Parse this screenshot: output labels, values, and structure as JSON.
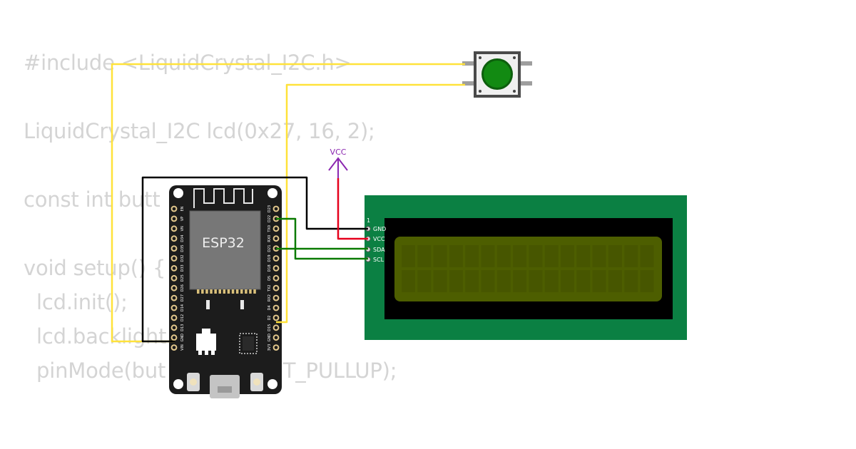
{
  "code": {
    "lines": [
      "#include <LiquidCrystal_I2C.h>",
      "LiquidCrystal_I2C lcd(0x27, 16, 2);",
      "const int butt",
      "void setup() {",
      "  lcd.init();",
      "  lcd.backlight",
      "  pinMode(but              PUT_PULLUP);"
    ]
  },
  "esp32": {
    "chip_label": "ESP32",
    "left_pins": [
      "EN",
      "VP",
      "VN",
      "D34",
      "D35",
      "D32",
      "D33",
      "D25",
      "D26",
      "D27",
      "D14",
      "D12",
      "D13",
      "GND",
      "VIN"
    ],
    "right_pins": [
      "D23",
      "D22",
      "TX0",
      "RX0",
      "D21",
      "D19",
      "D18",
      "D5",
      "TX2",
      "RX2",
      "D4",
      "D2",
      "D15",
      "GND",
      "3V3"
    ]
  },
  "lcd": {
    "pin_header": "1",
    "pins": [
      "GND",
      "VCC",
      "SDA",
      "SCL"
    ]
  },
  "vcc": {
    "label": "VCC"
  },
  "colors": {
    "wire_yellow": "#ffe23a",
    "wire_black": "#000000",
    "wire_red": "#e5001b",
    "wire_green": "#0a7a00",
    "lcd_pcb": "#0b8043",
    "lcd_screen": "#4d5e00",
    "button_cap": "#128a12",
    "esp_board": "#1c1c1c",
    "vcc_arrow": "#8b27b0"
  }
}
